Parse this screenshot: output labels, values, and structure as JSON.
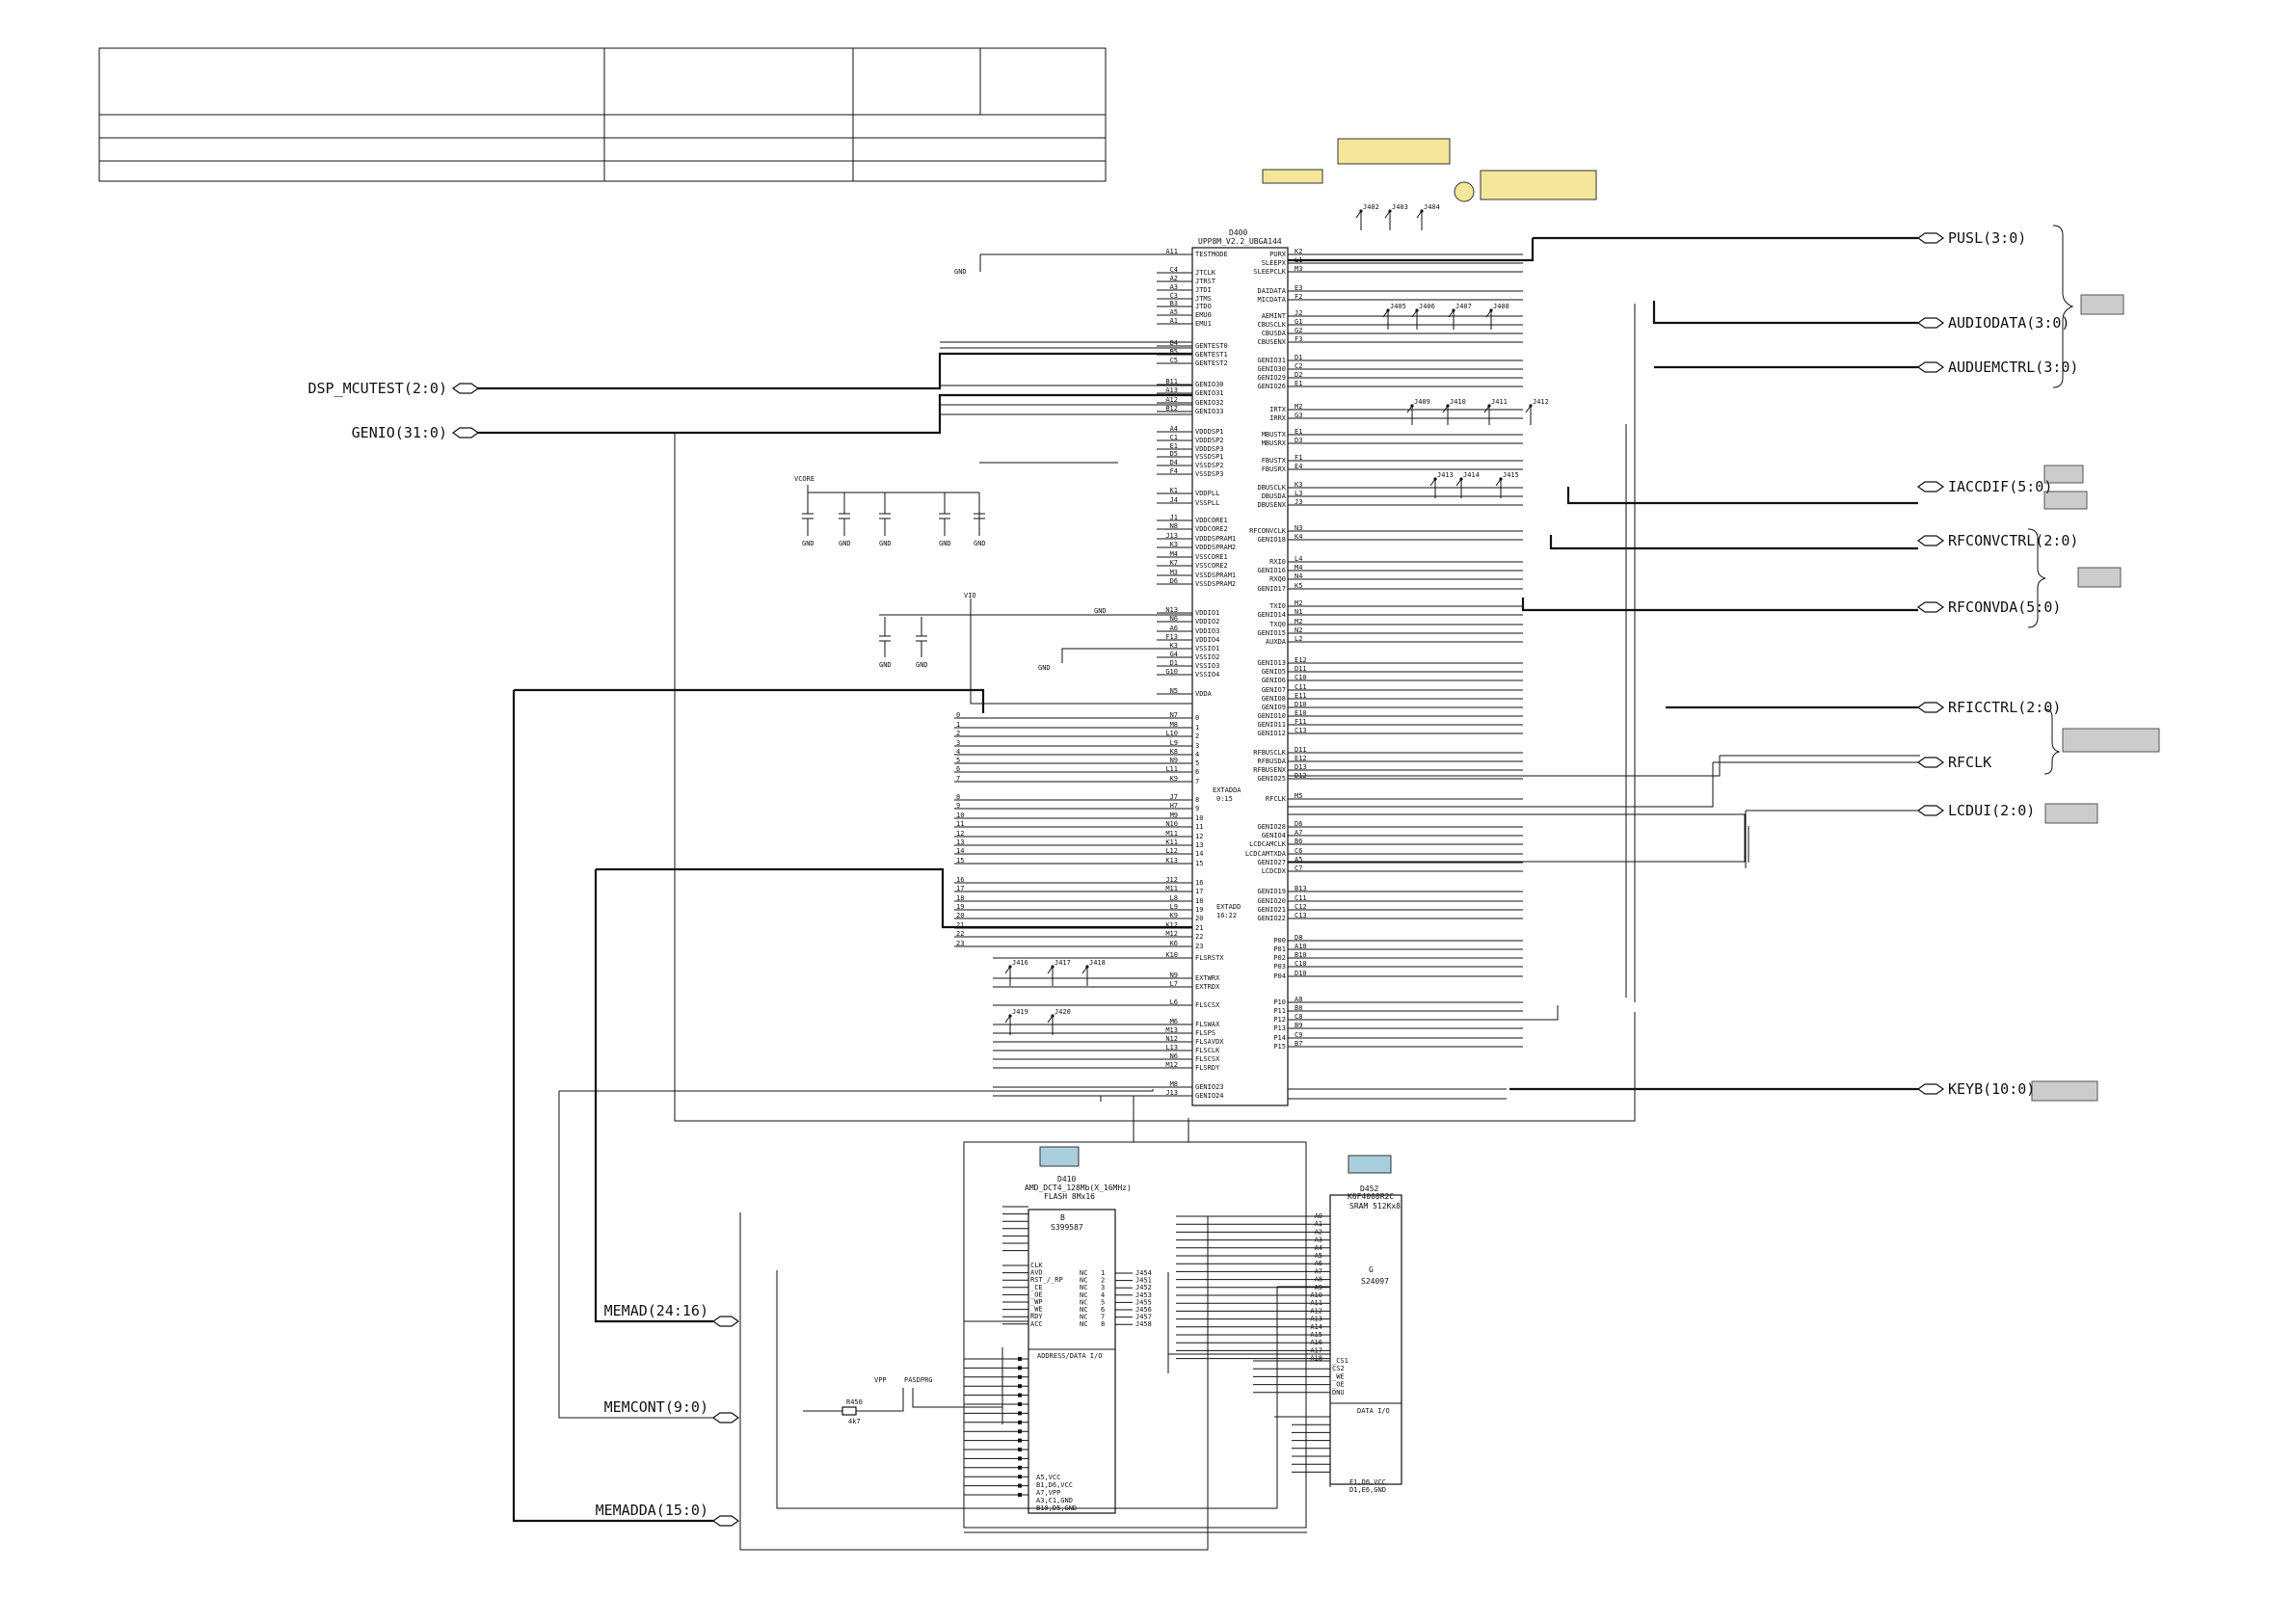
{
  "title_block": {
    "rows": [
      [
        "",
        "",
        "",
        ""
      ],
      [
        "",
        ""
      ],
      [
        "",
        ""
      ],
      [
        "",
        ""
      ]
    ]
  },
  "main_ic": {
    "ref": "D400",
    "part": "UPP8M_V2.2_UBGA144",
    "left_pins": [
      {
        "ball": "A11",
        "name": "TESTMODE"
      },
      {
        "ball": "C4",
        "name": "JTCLK"
      },
      {
        "ball": "A2",
        "name": "JTRST"
      },
      {
        "ball": "A3",
        "name": "JTDI"
      },
      {
        "ball": "C3",
        "name": "JTMS"
      },
      {
        "ball": "B3",
        "name": "JTDO"
      },
      {
        "ball": "A5",
        "name": "EMU0"
      },
      {
        "ball": "A1",
        "name": "EMU1"
      },
      {
        "ball": "B4",
        "name": "GENTEST0"
      },
      {
        "ball": "B5",
        "name": "GENTEST1"
      },
      {
        "ball": "C5",
        "name": "GENTEST2"
      },
      {
        "ball": "B11",
        "name": "GENIO30"
      },
      {
        "ball": "A13",
        "name": "GENIO31"
      },
      {
        "ball": "A12",
        "name": "GENIO32"
      },
      {
        "ball": "B12",
        "name": "GENIO33"
      },
      {
        "ball": "A4",
        "name": "VDDDSP1"
      },
      {
        "ball": "C1",
        "name": "VDDDSP2"
      },
      {
        "ball": "E1",
        "name": "VDDDSP3"
      },
      {
        "ball": "D5",
        "name": "VSSDSP1"
      },
      {
        "ball": "D4",
        "name": "VSSDSP2"
      },
      {
        "ball": "F4",
        "name": "VSSDSP3"
      },
      {
        "ball": "K1",
        "name": "VDDPLL"
      },
      {
        "ball": "J4",
        "name": "VSSPLL"
      },
      {
        "ball": "J1",
        "name": "VDDCORE1"
      },
      {
        "ball": "N8",
        "name": "VDDCORE2"
      },
      {
        "ball": "J13",
        "name": "VDDDSPRAM1"
      },
      {
        "ball": "K3",
        "name": "VDDDSPRAM2"
      },
      {
        "ball": "M4",
        "name": "VSSCORE1"
      },
      {
        "ball": "K7",
        "name": "VSSCORE2"
      },
      {
        "ball": "M3",
        "name": "VSSDSPRAM1"
      },
      {
        "ball": "D6",
        "name": "VSSDSPRAM2"
      },
      {
        "ball": "N13",
        "name": "VDDIO1"
      },
      {
        "ball": "N6",
        "name": "VDDIO2"
      },
      {
        "ball": "A6",
        "name": "VDDIO3"
      },
      {
        "ball": "F13",
        "name": "VDDIO4"
      },
      {
        "ball": "K3",
        "name": "VSSIO1"
      },
      {
        "ball": "G4",
        "name": "VSSIO2"
      },
      {
        "ball": "D1",
        "name": "VSSIO3"
      },
      {
        "ball": "G10",
        "name": "VSSIO4"
      },
      {
        "ball": "N5",
        "name": "VDDA"
      }
    ],
    "right_pins": [
      {
        "ball": "K2",
        "name": "PURX"
      },
      {
        "ball": "L1",
        "name": "SLEEPX"
      },
      {
        "ball": "M3",
        "name": "SLEEPCLK"
      },
      {
        "ball": "E3",
        "name": "DAIDATA"
      },
      {
        "ball": "F2",
        "name": "MICDATA"
      },
      {
        "ball": "J2",
        "name": "AEMINT"
      },
      {
        "ball": "G1",
        "name": "CBUSCLK"
      },
      {
        "ball": "G2",
        "name": "CBUSDA"
      },
      {
        "ball": "F3",
        "name": "CBUSENX"
      },
      {
        "ball": "D1",
        "name": "GENIO31"
      },
      {
        "ball": "C2",
        "name": "GENIO30"
      },
      {
        "ball": "D2",
        "name": "GENIO29"
      },
      {
        "ball": "E1",
        "name": "GENIO26"
      },
      {
        "ball": "M2",
        "name": "IRTX"
      },
      {
        "ball": "G3",
        "name": "IRRX"
      },
      {
        "ball": "E1",
        "name": "MBUSTX"
      },
      {
        "ball": "D3",
        "name": "MBUSRX"
      },
      {
        "ball": "F1",
        "name": "FBUSTX"
      },
      {
        "ball": "E4",
        "name": "FBUSRX"
      },
      {
        "ball": "K3",
        "name": "DBUSCLK"
      },
      {
        "ball": "L3",
        "name": "DBUSDA"
      },
      {
        "ball": "J3",
        "name": "DBUSENX"
      },
      {
        "ball": "N3",
        "name": "RFCONVCLK"
      },
      {
        "ball": "K4",
        "name": "GENIO18"
      },
      {
        "ball": "L4",
        "name": "RXI0"
      },
      {
        "ball": "M4",
        "name": "GENIO16"
      },
      {
        "ball": "N4",
        "name": "RXQ0"
      },
      {
        "ball": "K5",
        "name": "GENIO17"
      },
      {
        "ball": "M2",
        "name": "TXI0"
      },
      {
        "ball": "N1",
        "name": "GENIO14"
      },
      {
        "ball": "M2",
        "name": "TXQ0"
      },
      {
        "ball": "N2",
        "name": "GENIO15"
      },
      {
        "ball": "L2",
        "name": "AUXDA"
      },
      {
        "ball": "E12",
        "name": "GENIO13"
      },
      {
        "ball": "D11",
        "name": "GENIO5"
      },
      {
        "ball": "C10",
        "name": "GENIO6"
      },
      {
        "ball": "C11",
        "name": "GENIO7"
      },
      {
        "ball": "E11",
        "name": "GENIO8"
      },
      {
        "ball": "D10",
        "name": "GENIO9"
      },
      {
        "ball": "E10",
        "name": "GENIO10"
      },
      {
        "ball": "F11",
        "name": "GENIO11"
      },
      {
        "ball": "C13",
        "name": "GENIO12"
      },
      {
        "ball": "D11",
        "name": "RFBUSCLK"
      },
      {
        "ball": "E12",
        "name": "RFBUSDA"
      },
      {
        "ball": "D13",
        "name": "RFBUSENX"
      },
      {
        "ball": "D12",
        "name": "GENIO25"
      },
      {
        "ball": "M5",
        "name": "RFCLK"
      },
      {
        "ball": "D6",
        "name": "GENIO28"
      },
      {
        "ball": "A7",
        "name": "GENIO4"
      },
      {
        "ball": "B6",
        "name": "LCDCAMCLK"
      },
      {
        "ball": "C6",
        "name": "LCDCAMTXDA"
      },
      {
        "ball": "A5",
        "name": "GENIO27"
      },
      {
        "ball": "C7",
        "name": "LCDCDX"
      },
      {
        "ball": "B13",
        "name": "GENIO19"
      },
      {
        "ball": "C11",
        "name": "GENIO20"
      },
      {
        "ball": "C12",
        "name": "GENIO21"
      },
      {
        "ball": "C13",
        "name": "GENIO22"
      },
      {
        "ball": "D8",
        "name": "P00"
      },
      {
        "ball": "A10",
        "name": "P01"
      },
      {
        "ball": "B10",
        "name": "P02"
      },
      {
        "ball": "C10",
        "name": "P03"
      },
      {
        "ball": "D10",
        "name": "P04"
      },
      {
        "ball": "A8",
        "name": "P10"
      },
      {
        "ball": "B8",
        "name": "P11"
      },
      {
        "ball": "C8",
        "name": "P12"
      },
      {
        "ball": "B9",
        "name": "P13"
      },
      {
        "ball": "C9",
        "name": "P14"
      },
      {
        "ball": "B7",
        "name": "P15"
      }
    ],
    "ext_pins": [
      {
        "ball": "N7",
        "name": "0"
      },
      {
        "ball": "M8",
        "name": "1"
      },
      {
        "ball": "L10",
        "name": "2"
      },
      {
        "ball": "L9",
        "name": "3"
      },
      {
        "ball": "K8",
        "name": "4"
      },
      {
        "ball": "N9",
        "name": "5"
      },
      {
        "ball": "L11",
        "name": "6"
      },
      {
        "ball": "K9",
        "name": "7"
      },
      {
        "ball": "J7",
        "name": "8"
      },
      {
        "ball": "H7",
        "name": "9"
      },
      {
        "ball": "M9",
        "name": "10"
      },
      {
        "ball": "N10",
        "name": "11"
      },
      {
        "ball": "M11",
        "name": "12"
      },
      {
        "ball": "K11",
        "name": "13"
      },
      {
        "ball": "L12",
        "name": "14"
      },
      {
        "ball": "K13",
        "name": "15"
      },
      {
        "ball": "J12",
        "name": "16"
      },
      {
        "ball": "M11",
        "name": "17"
      },
      {
        "ball": "L8",
        "name": "18"
      },
      {
        "ball": "L9",
        "name": "19"
      },
      {
        "ball": "K9",
        "name": "20"
      },
      {
        "ball": "K12",
        "name": "21"
      },
      {
        "ball": "M12",
        "name": "22"
      },
      {
        "ball": "K6",
        "name": "23"
      }
    ],
    "ext_labels": [
      "EXTADDA",
      "0:15",
      "EXTADD",
      "16:22"
    ],
    "flash_pins": [
      {
        "ball": "K10",
        "name": "FLSRSTX"
      },
      {
        "ball": "N9",
        "name": "EXTWRX"
      },
      {
        "ball": "L7",
        "name": "EXTRDX"
      },
      {
        "ball": "L6",
        "name": "FLSCSX"
      },
      {
        "ball": "M6",
        "name": "FLSWAX"
      },
      {
        "ball": "M13",
        "name": "FLSPS"
      },
      {
        "ball": "N12",
        "name": "FLSAVDX"
      },
      {
        "ball": "L13",
        "name": "FLSCLK"
      },
      {
        "ball": "N6",
        "name": "FLSCSX"
      },
      {
        "ball": "M12",
        "name": "FLSRDY"
      },
      {
        "ball": "M8",
        "name": "GENIO23"
      },
      {
        "ball": "J13",
        "name": "GENIO24"
      }
    ]
  },
  "signals": {
    "dsp_mcutest": "DSP_MCUTEST(2:0)",
    "genio": "GENIO(31:0)",
    "pusl": "PUSL(3:0)",
    "audiodata": "AUDIODATA(3:0)",
    "audioemctrl": "AUDUEMCTRL(3:0)",
    "iaccdif": "IACCDIF(5:0)",
    "rfconvctrl": "RFCONVCTRL(2:0)",
    "rfconvda": "RFCONVDA(5:0)",
    "rficctrl": "RFICCTRL(2:0)",
    "rfclk": "RFCLK",
    "lcdui": "LCDUI(2:0)",
    "keyb": "KEYB(10:0)",
    "memad": "MEMAD(24:16)",
    "memcont": "MEMCONT(9:0)",
    "memadda": "MEMADDA(15:0)"
  },
  "power": {
    "vcore": "VCORE",
    "vio": "VIO",
    "gnd": "GND",
    "vpp": "VPP",
    "pasdprg": "PASDPRG"
  },
  "test_points": [
    "J402",
    "J403",
    "J404",
    "J405",
    "J406",
    "J407",
    "J408",
    "J409",
    "J410",
    "J411",
    "J412",
    "J413",
    "J414",
    "J415",
    "J416",
    "J417",
    "J418",
    "J419",
    "J420"
  ],
  "flash_ic": {
    "ref": "D410",
    "part": "AMD_DCT4_128Mb(X_16MHz)",
    "sub": "FLASH 8Mx16",
    "sym": "B",
    "id": "S399587",
    "ctrl_pins": [
      "CLK",
      "AVD",
      "RST_/_RP",
      "_CE",
      "_OE",
      "_WP",
      "_WE",
      "RDY",
      "ACC"
    ],
    "nc_pins": [
      "NC",
      "NC",
      "NC",
      "NC",
      "NC",
      "NC",
      "NC",
      "NC"
    ],
    "nc_tp": [
      "J454",
      "J451",
      "J452",
      "J453",
      "J455",
      "J456",
      "J457",
      "J458"
    ],
    "data_label": "ADDRESS/DATA I/O",
    "power_notes": [
      "A5,VCC",
      "B1,D6,VCC",
      "A7,VPP",
      "A3,C1,GND",
      "B10,D5,GND"
    ]
  },
  "sram_ic": {
    "ref": "D452",
    "part": "K6F4008R2C",
    "sub": "SRAM 512Kx8",
    "sym": "G",
    "id": "S24097",
    "addr_pins": [
      "A0",
      "A1",
      "A2",
      "A3",
      "A4",
      "A5",
      "A6",
      "A7",
      "A8",
      "A9",
      "A10",
      "A11",
      "A12",
      "A13",
      "A14",
      "A15",
      "A16",
      "A17",
      "A18"
    ],
    "ctrl_pins": [
      "_CS1",
      "CS2",
      "_WE",
      "_OE",
      "DNU"
    ],
    "data_label": "DATA I/O",
    "power_notes": [
      "E1,D6,VCC",
      "D1,E6,GND"
    ]
  },
  "resistor": {
    "ref": "R450",
    "value": "4k7"
  },
  "cap_labels": [
    "GND",
    "GND",
    "GND",
    "GND",
    "GND"
  ],
  "colors": {
    "note_yellow": "#f4e79a",
    "note_grey": "#cccccc",
    "note_blue": "#a9cfdc",
    "wire": "#111111"
  }
}
